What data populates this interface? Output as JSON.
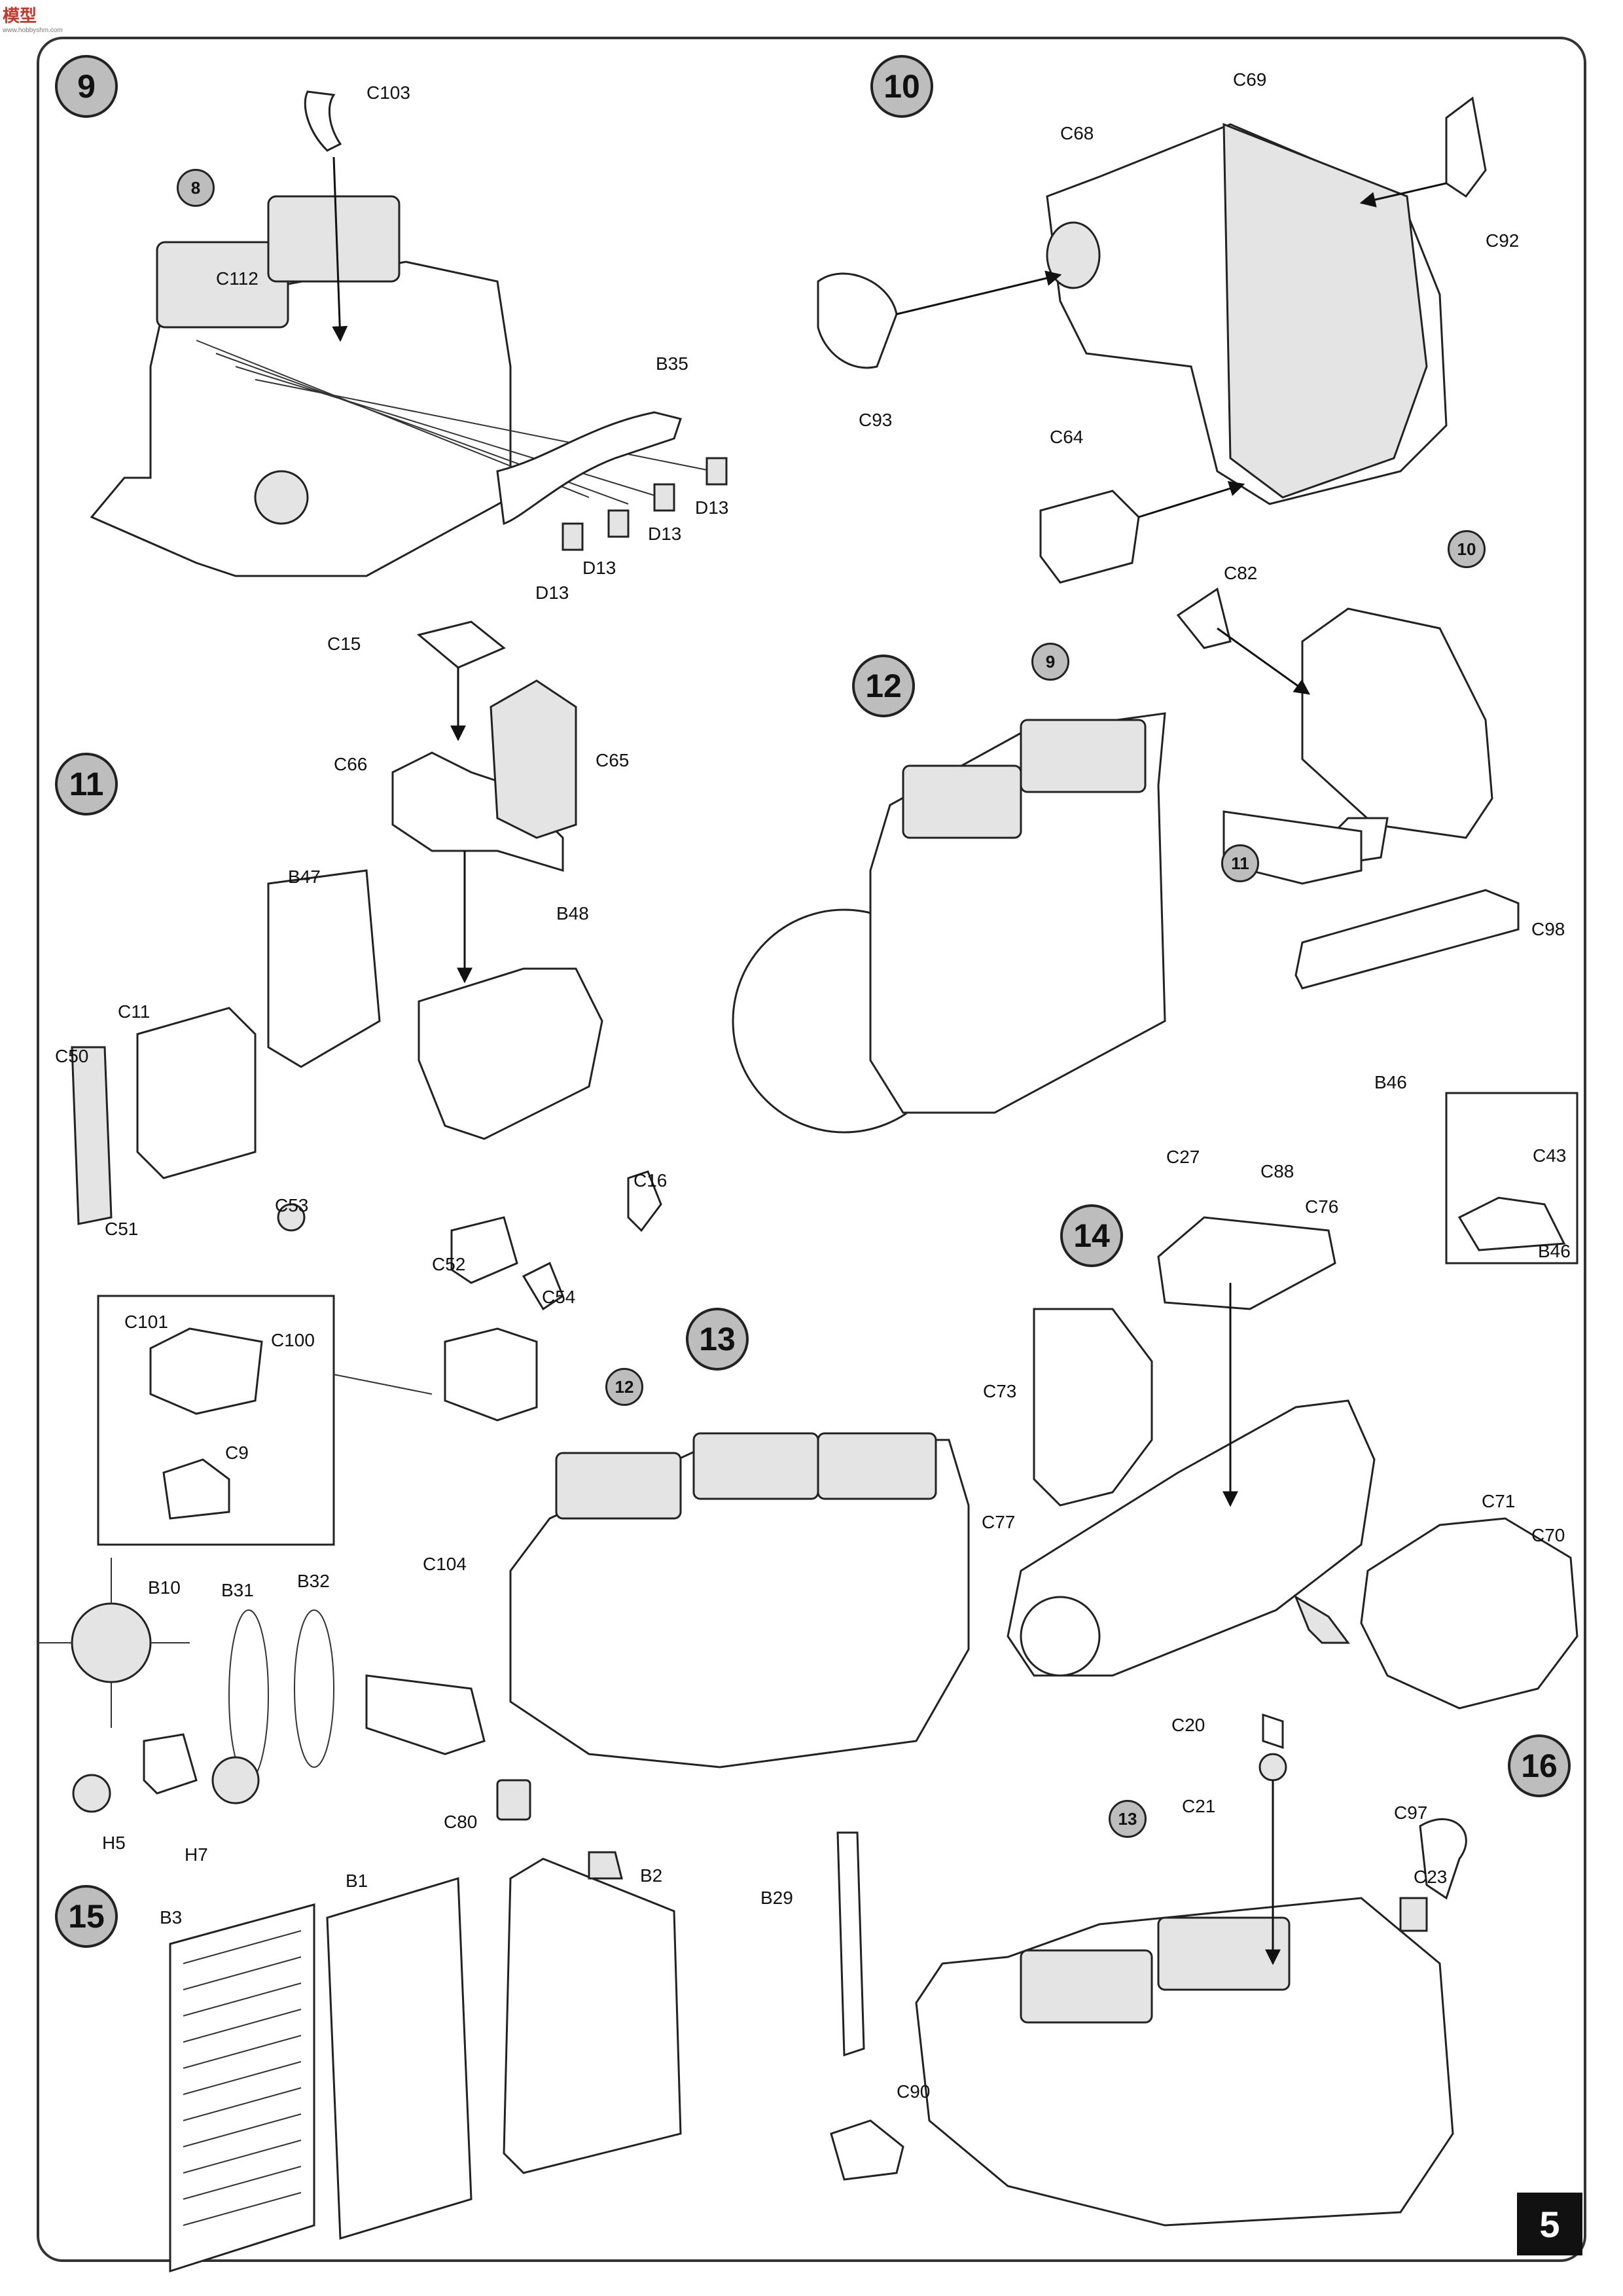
{
  "watermark": {
    "logo": "模型",
    "sub": "www.hobbyshm.com"
  },
  "page": {
    "number": "5"
  },
  "steps": [
    {
      "id": "9",
      "labels": [
        "C103",
        "C112",
        "B35",
        "D13",
        "D13",
        "D13",
        "D13"
      ],
      "refs": [
        "8"
      ]
    },
    {
      "id": "10",
      "labels": [
        "C69",
        "C68",
        "C92",
        "C93",
        "C64"
      ],
      "refs": []
    },
    {
      "id": "11",
      "labels": [
        "C15",
        "C66",
        "C65",
        "B47",
        "B48",
        "C11",
        "C50",
        "C53",
        "C51",
        "C16",
        "C52",
        "C54"
      ],
      "refs": []
    },
    {
      "id": "12",
      "labels": [
        "C82",
        "C98",
        "B46",
        "C43",
        "B46"
      ],
      "refs": [
        "10",
        "9",
        "11"
      ]
    },
    {
      "id": "13",
      "labels": [
        "C101",
        "C100",
        "C9",
        "C104",
        "B10",
        "B31",
        "B32",
        "H5",
        "H7",
        "C80"
      ],
      "refs": [
        "12"
      ]
    },
    {
      "id": "14",
      "labels": [
        "C27",
        "C88",
        "C76",
        "C73",
        "C77",
        "C71",
        "C70"
      ],
      "refs": []
    },
    {
      "id": "15",
      "labels": [
        "B1",
        "B2",
        "B3"
      ],
      "refs": []
    },
    {
      "id": "16",
      "labels": [
        "C20",
        "C21",
        "C97",
        "C23",
        "B29",
        "C90"
      ],
      "refs": [
        "13"
      ]
    }
  ]
}
